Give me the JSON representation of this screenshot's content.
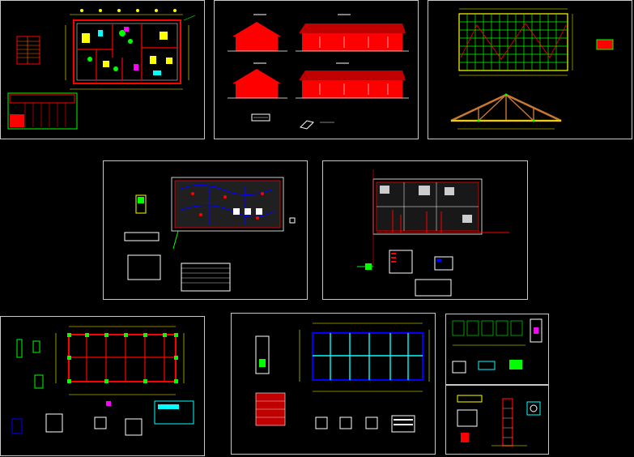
{
  "canvas": {
    "background": "#000000"
  },
  "colors": {
    "frame": "#c8c8c8",
    "wall_red": "#ff0000",
    "roof_red": "#c00000",
    "dim_yellow": "#ffff00",
    "grid_green": "#00ff00",
    "grid_cyan": "#00ffff",
    "blue": "#0000ff",
    "magenta": "#ff00ff",
    "white": "#ffffff",
    "wood": "#c87830"
  },
  "sheets": [
    {
      "id": "floor-plan-architecture",
      "content": "floor-plan"
    },
    {
      "id": "elevations",
      "content": "elevations"
    },
    {
      "id": "roof-framing",
      "content": "roof"
    },
    {
      "id": "electrical-plan",
      "content": "electrical"
    },
    {
      "id": "sanitary-plan",
      "content": "sanitary"
    },
    {
      "id": "foundation-plan",
      "content": "foundation"
    },
    {
      "id": "structural-plan",
      "content": "structure"
    },
    {
      "id": "details-top",
      "content": "details"
    },
    {
      "id": "details-bottom",
      "content": "details"
    }
  ]
}
